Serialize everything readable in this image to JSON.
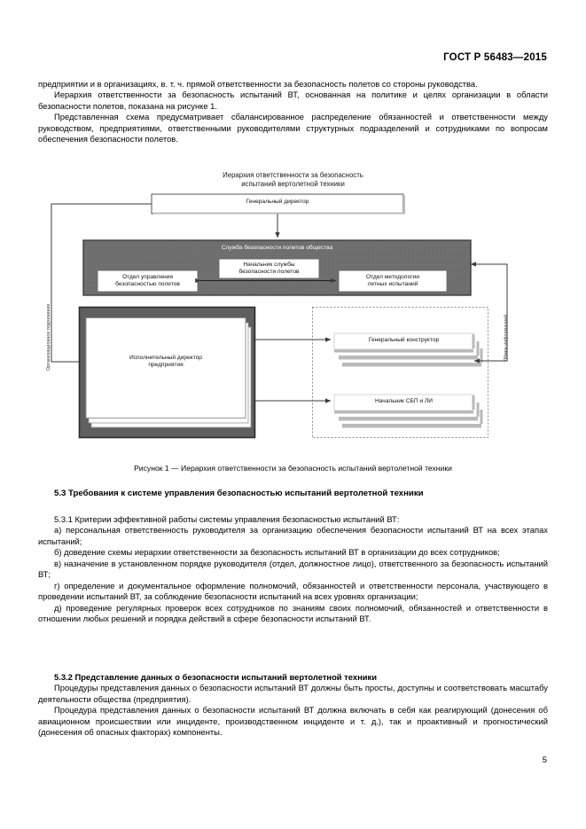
{
  "document": {
    "standard_header": "ГОСТ Р 56483—2015",
    "page_number": "5"
  },
  "intro": {
    "para1": "предприятии и в организациях, в. т. ч. прямой ответственности за безопасность полетов со стороны руководства.",
    "para2": "Иерархия ответственности за безопасность испытаний ВТ, основанная на политике и целях организации в области безопасности полетов, показана на рисунке 1.",
    "para3": "Представленная схема предусматривает сбалансированное распределение обязанностей и ответственности между руководством, предприятиями, ответственными руководителями структурных подразделений и сотрудниками по вопросам обеспечения безопасности полетов."
  },
  "figure": {
    "title_line1": "Иерархия ответственности за безопасность",
    "title_line2": "испытаний вертолетной техники",
    "caption": "Рисунок 1 — Иерархия ответственности за безопасность испытаний вертолетной техники",
    "nodes": {
      "general_director": "Генеральный директор",
      "safety_service_band": "Служба безопасности полетов общества",
      "service_head": "Начальник службы\nбезопасности полетов",
      "dept_management": "Отдел управления\nбезопасностью полетов",
      "dept_methodology": "Отдел методологии\nлетных испытаний",
      "executive_director": "Исполнительный директор\nпредприятия",
      "general_constructor": "Генеральный конструктор",
      "sbp_head": "Начальник СБП и ЛИ"
    },
    "axis_labels": {
      "left": "Организационное подчинение",
      "right": "Обмен информацией"
    },
    "colors": {
      "band_fill": "#6e6e6e",
      "band_stroke": "#3d3d3d",
      "dark_frame": "#5f5f5f",
      "dark_frame_border": "#2b2b2b",
      "box_fill": "#ffffff",
      "box_stroke": "#555555",
      "stacked_bar": "#b9b9b9",
      "line": "#3a3a3a",
      "dashed": "#8a8a8a"
    }
  },
  "section_5_3": {
    "title": "5.3 Требования к системе управления безопасностью испытаний вертолетной техники",
    "p_5_3_1": "5.3.1 Критерии эффективной работы системы управления безопасностью испытаний ВТ:",
    "item_a": "а) персональная ответственность руководителя за организацию обеспечения безопасности испытаний ВТ на всех этапах испытаний;",
    "item_b": "б) доведение схемы иерархии ответственности за безопасность испытаний ВТ в организации до всех сотрудников;",
    "item_v": "в) назначение в установленном порядке руководителя (отдел, должностное лицо), ответственного за безопасность испытаний ВТ;",
    "item_g": "г) определение и документальное оформление полномочий, обязанностей и ответственности персонала, участвующего в проведении испытаний ВТ, за соблюдение безопасности испытаний на всех уровнях организации;",
    "item_d": "д) проведение регулярных проверок всех сотрудников по знаниям своих полномочий, обязанностей и ответственности в отношении любых решений и порядка действий в сфере безопасности испытаний ВТ.",
    "title_5_3_2": "5.3.2 Представление данных о безопасности испытаний вертолетной техники",
    "p_5_3_2_a": "Процедуры представления данных о безопасности испытаний ВТ должны быть просты, доступны и соответствовать масштабу деятельности общества (предприятия).",
    "p_5_3_2_b": "Процедура представления данных о безопасности испытаний ВТ должна включать в себя как реагирующий (донесения об авиационном происшествии или инциденте, производственном инциденте и т. д.), так и проактивный и прогностический (донесения об опасных факторах) компоненты."
  }
}
